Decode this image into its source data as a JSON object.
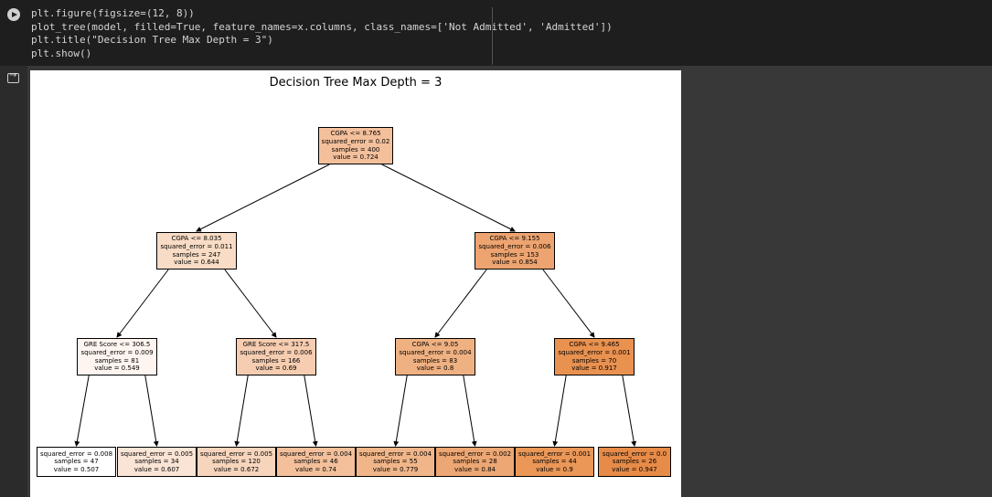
{
  "code_cell": {
    "lines": [
      "plt.figure(figsize=(12, 8))",
      "plot_tree(model, filled=True, feature_names=x.columns, class_names=['Not Admitted', 'Admitted'])",
      "plt.title(\"Decision Tree Max Depth = 3\")",
      "plt.show()"
    ]
  },
  "output": {
    "title": "Decision Tree Max Depth = 3",
    "nodes": [
      {
        "id": "root",
        "lines": [
          "CGPA <= 8.765",
          "squared_error = 0.02",
          "samples = 400",
          "value = 0.724"
        ],
        "color": "#f4c09c"
      },
      {
        "id": "l",
        "lines": [
          "CGPA <= 8.035",
          "squared_error = 0.011",
          "samples = 247",
          "value = 0.644"
        ],
        "color": "#f8dcc5"
      },
      {
        "id": "r",
        "lines": [
          "CGPA <= 9.155",
          "squared_error = 0.006",
          "samples = 153",
          "value = 0.854"
        ],
        "color": "#eda470"
      },
      {
        "id": "ll",
        "lines": [
          "GRE Score <= 306.5",
          "squared_error = 0.009",
          "samples = 81",
          "value = 0.549"
        ],
        "color": "#fef5f0"
      },
      {
        "id": "lr",
        "lines": [
          "GRE Score <= 317.5",
          "squared_error = 0.006",
          "samples = 166",
          "value = 0.69"
        ],
        "color": "#f6cdb0"
      },
      {
        "id": "rl",
        "lines": [
          "CGPA <= 9.05",
          "squared_error = 0.004",
          "samples = 83",
          "value = 0.8"
        ],
        "color": "#efb182"
      },
      {
        "id": "rr",
        "lines": [
          "CGPA <= 9.465",
          "squared_error = 0.001",
          "samples = 70",
          "value = 0.917"
        ],
        "color": "#e9914f"
      },
      {
        "id": "lll",
        "lines": [
          "squared_error = 0.008",
          "samples = 47",
          "value = 0.507"
        ],
        "color": "#ffffff"
      },
      {
        "id": "llr",
        "lines": [
          "squared_error = 0.005",
          "samples = 34",
          "value = 0.607"
        ],
        "color": "#fae4d5"
      },
      {
        "id": "lrl",
        "lines": [
          "squared_error = 0.005",
          "samples = 120",
          "value = 0.672"
        ],
        "color": "#f7d5bc"
      },
      {
        "id": "lrr",
        "lines": [
          "squared_error = 0.004",
          "samples = 46",
          "value = 0.74"
        ],
        "color": "#f3c09b"
      },
      {
        "id": "rll",
        "lines": [
          "squared_error = 0.004",
          "samples = 55",
          "value = 0.779"
        ],
        "color": "#f0b689"
      },
      {
        "id": "rlr",
        "lines": [
          "squared_error = 0.002",
          "samples = 28",
          "value = 0.84"
        ],
        "color": "#eda774"
      },
      {
        "id": "rrl",
        "lines": [
          "squared_error = 0.001",
          "samples = 44",
          "value = 0.9"
        ],
        "color": "#ea9757"
      },
      {
        "id": "rrr",
        "lines": [
          "squared_error = 0.0",
          "samples = 26",
          "value = 0.947"
        ],
        "color": "#e78b48"
      }
    ]
  }
}
